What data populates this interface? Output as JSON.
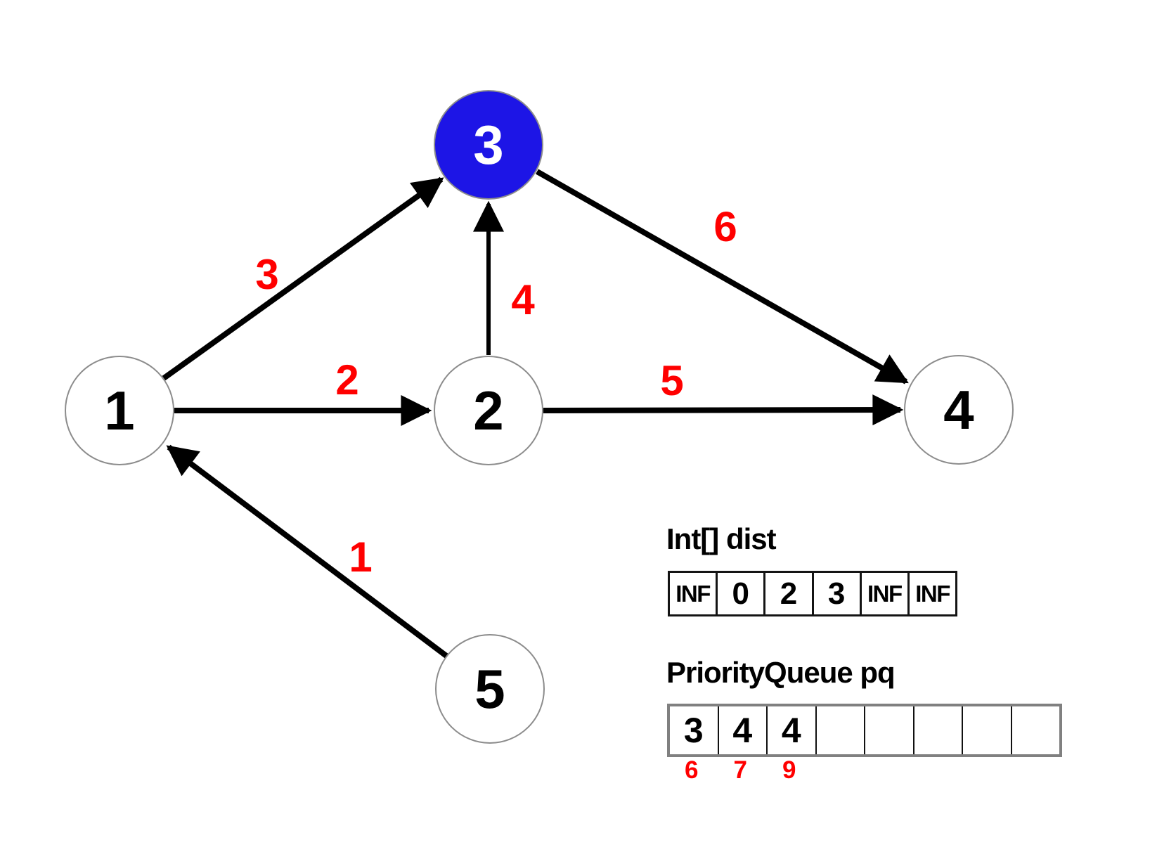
{
  "graph": {
    "nodes": [
      {
        "id": "1",
        "label": "1",
        "highlighted": false
      },
      {
        "id": "2",
        "label": "2",
        "highlighted": false
      },
      {
        "id": "3",
        "label": "3",
        "highlighted": true
      },
      {
        "id": "4",
        "label": "4",
        "highlighted": false
      },
      {
        "id": "5",
        "label": "5",
        "highlighted": false
      }
    ],
    "edges": [
      {
        "from": "1",
        "to": "3",
        "weight": "3"
      },
      {
        "from": "1",
        "to": "2",
        "weight": "2"
      },
      {
        "from": "2",
        "to": "3",
        "weight": "4"
      },
      {
        "from": "2",
        "to": "4",
        "weight": "5"
      },
      {
        "from": "3",
        "to": "4",
        "weight": "6"
      },
      {
        "from": "5",
        "to": "1",
        "weight": "1"
      }
    ],
    "colors": {
      "highlighted_node_fill": "#1d15e6",
      "node_fill": "#ffffff",
      "node_border": "#8c8c8c",
      "edge": "#000000",
      "weight_text": "#ff0000"
    }
  },
  "dist": {
    "title": "Int[] dist",
    "cells": [
      "INF",
      "0",
      "2",
      "3",
      "INF",
      "INF"
    ]
  },
  "pq": {
    "title": "PriorityQueue pq",
    "cells": [
      "3",
      "4",
      "4",
      "",
      "",
      "",
      "",
      ""
    ],
    "annotations": [
      "6",
      "7",
      "9"
    ]
  }
}
